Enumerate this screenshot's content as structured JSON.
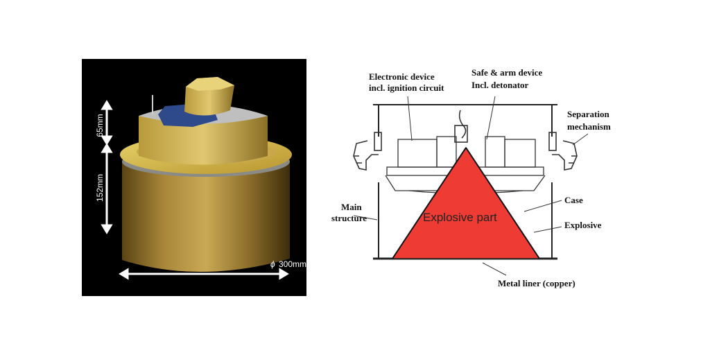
{
  "photo": {
    "dimensions": {
      "height_top": "65mm",
      "height_body": "152mm",
      "diameter_symbol": "ϕ",
      "diameter": "300mm"
    }
  },
  "diagram": {
    "labels": {
      "electronic_device_line1": "Electronic device",
      "electronic_device_line2": "incl. ignition circuit",
      "safe_arm_line1": "Safe & arm device",
      "safe_arm_line2": "Incl. detonator",
      "separation_line1": "Separation",
      "separation_line2": "mechanism",
      "main_structure_line1": "Main",
      "main_structure_line2": "structure",
      "case": "Case",
      "explosive": "Explosive",
      "explosive_part": "Explosive part",
      "metal_liner": "Metal liner (copper)"
    },
    "colors": {
      "explosive_fill": "#ee3b34",
      "line": "#222222"
    }
  }
}
